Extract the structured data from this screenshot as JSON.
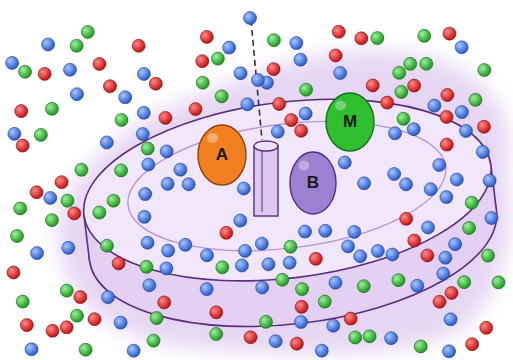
{
  "diagram": {
    "nodes": [
      {
        "text": [
          "A"
        ]
      },
      {
        "text": [
          "B"
        ]
      },
      {
        "text": [
          "M"
        ]
      }
    ]
  }
}
